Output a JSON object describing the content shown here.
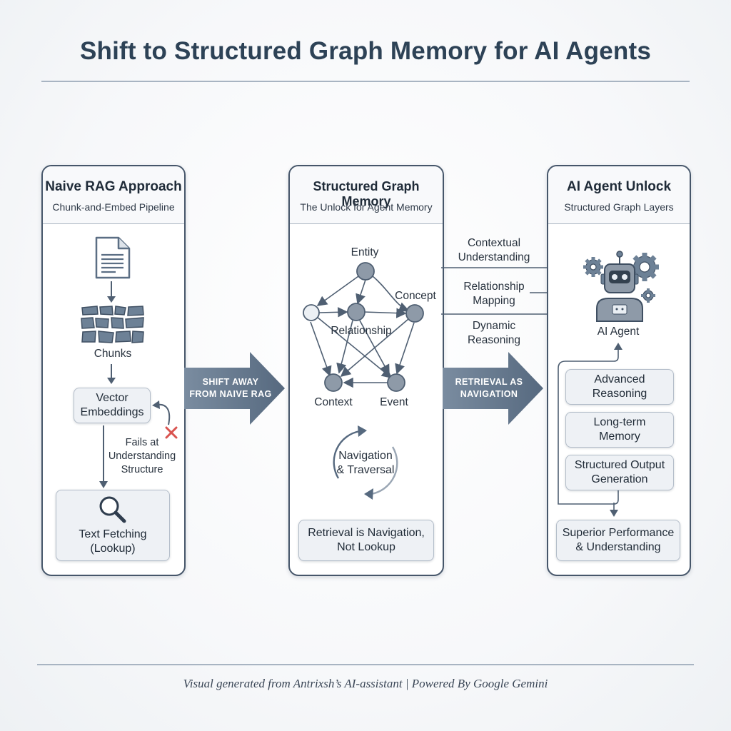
{
  "title": "Shift to Structured Graph Memory for AI Agents",
  "panels": {
    "naive": {
      "title": "Naive RAG Approach",
      "subtitle": "Chunk-and-Embed Pipeline",
      "chunks_label": "Chunks",
      "vector_label": "Vector\nEmbeddings",
      "fails_label": "Fails at\nUnderstanding\nStructure",
      "fetch_label": "Text Fetching\n(Lookup)"
    },
    "graph": {
      "title": "Structured Graph Memory",
      "subtitle": "The Unlock for Agent Memory",
      "nodes": {
        "entity": "Entity",
        "concept": "Concept",
        "relationship": "Relationship",
        "context": "Context",
        "event": "Event"
      },
      "cycle_label": "Navigation\n& Traversal",
      "retrieval_label": "Retrieval is Navigation,\nNot Lookup"
    },
    "agent": {
      "title": "AI Agent Unlock",
      "subtitle": "Structured Graph Layers",
      "agent_label": "AI Agent",
      "layers": [
        "Advanced\nReasoning",
        "Long-term\nMemory",
        "Structured Output\nGeneration"
      ],
      "result_label": "Superior Performance\n& Understanding"
    }
  },
  "connectors": {
    "shift_away": "SHIFT AWAY\nFROM NAIVE RAG",
    "retrieval": "RETRIEVAL AS\nNAVIGATION",
    "contextual": "Contextual\nUnderstanding",
    "relationship": "Relationship\nMapping",
    "dynamic": "Dynamic\nReasoning"
  },
  "footer": "Visual generated from Antrixsh’s AI-assistant | Powered By Google Gemini",
  "colors": {
    "title": "#2d4256",
    "panel_border": "#46566a",
    "arrow_fill": "#5b6e84",
    "node_fill": "#8e9aa8",
    "fail_mark": "#d9534f"
  }
}
